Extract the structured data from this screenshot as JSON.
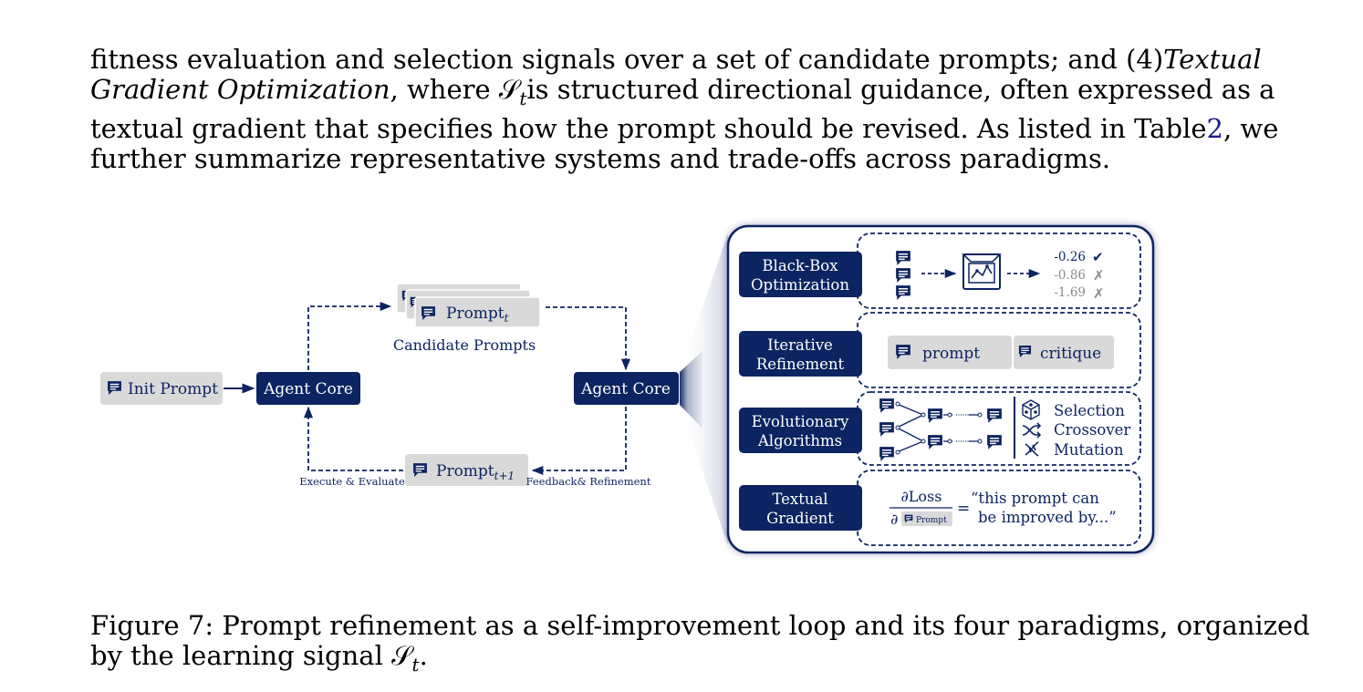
{
  "paragraph": {
    "l1": "fitness evaluation and selection signals over a set of candidate prompts; and (4)",
    "l1_em": "Textual",
    "l2_em": "Gradient Optimization",
    "l2_a": ", where",
    "l2_sym": "𝒮",
    "l2_sub": "t",
    "l2_b": "is structured directional guidance, often expressed as a",
    "l3_a": "textual gradient that specifies how the prompt should be revised. As listed in Table",
    "l3_ref": "2",
    "l3_b": ", we",
    "l4": "further summarize representative systems and trade-offs across paradigms."
  },
  "loop": {
    "init_prompt": "Init Prompt",
    "agent_core_left": "Agent Core",
    "agent_core_right": "Agent Core",
    "prompt_t": "Prompt",
    "prompt_t_sub": "t",
    "candidate_label": "Candidate Prompts",
    "prompt_next": "Prompt",
    "prompt_next_sub": "t+1",
    "execute_label": "Execute & Evaluate",
    "feedback_label": "Feedback& Refinement"
  },
  "paradigms": {
    "black_box": {
      "label_1": "Black-Box",
      "label_2": "Optimization",
      "scores": [
        "-0.26",
        "-0.86",
        "-1.69"
      ],
      "marks": [
        "✔",
        "✗",
        "✗"
      ]
    },
    "iterative": {
      "label_1": "Iterative",
      "label_2": "Refinement",
      "chip_1": "prompt",
      "chip_2": "critique"
    },
    "evolutionary": {
      "label_1": "Evolutionary",
      "label_2": "Algorithms",
      "ops": [
        "Selection",
        "Crossover",
        "Mutation"
      ]
    },
    "textual_gradient": {
      "label_1": "Textual",
      "label_2": "Gradient",
      "numerator": "∂Loss",
      "denom_partial": "∂",
      "denom_chip": "Prompt",
      "equals": "=",
      "quote_1": "“this prompt can",
      "quote_2": "be improved by...”"
    }
  },
  "caption": {
    "a": "Figure 7: Prompt refinement as a self-improvement loop and its four paradigms, organized",
    "b": "by the learning signal",
    "sym": "𝒮",
    "sub": "t",
    "c": "."
  },
  "colors": {
    "navy": "#0c2461",
    "chip_gray": "#d9d9d9",
    "muted": "#8a8a8a"
  }
}
